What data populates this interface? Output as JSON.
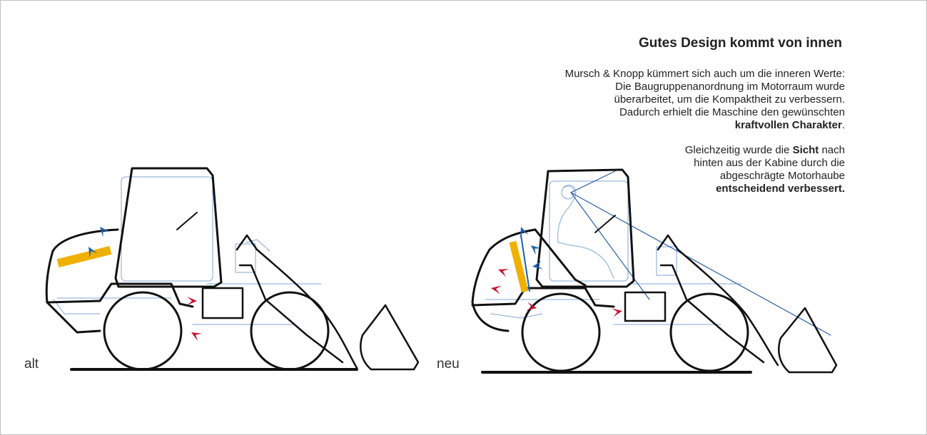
{
  "heading": "Gutes Design kommt von innen",
  "paragraph1": {
    "l1": "Mursch & Knopp kümmert sich auch um die inneren Werte:",
    "l2": "Die  Baugruppenanordnung im Motorraum wurde",
    "l3": "überarbeitet, um die  Kompaktheit zu verbessern.",
    "l4": "Dadurch erhielt die Maschine den gewünschten",
    "l5_bold": "kraftvollen Charakter",
    "l5_tail": "."
  },
  "paragraph2": {
    "l1_pre": "Gleichzeitig wurde die ",
    "l1_bold": "Sicht",
    "l1_post": " nach",
    "l2": "hinten aus der Kabine durch die",
    "l3": "abgeschrägte Motorhaube",
    "l4_bold": "entscheidend verbessert."
  },
  "labels": {
    "old": "alt",
    "new": "neu"
  },
  "colors": {
    "outline": "#111111",
    "sketch": "#7fa7d6",
    "sightline": "#2a5fa8",
    "marker_blue": "#1a5fb4",
    "marker_red": "#c8102e",
    "highlight_bar": "#f0b000"
  }
}
